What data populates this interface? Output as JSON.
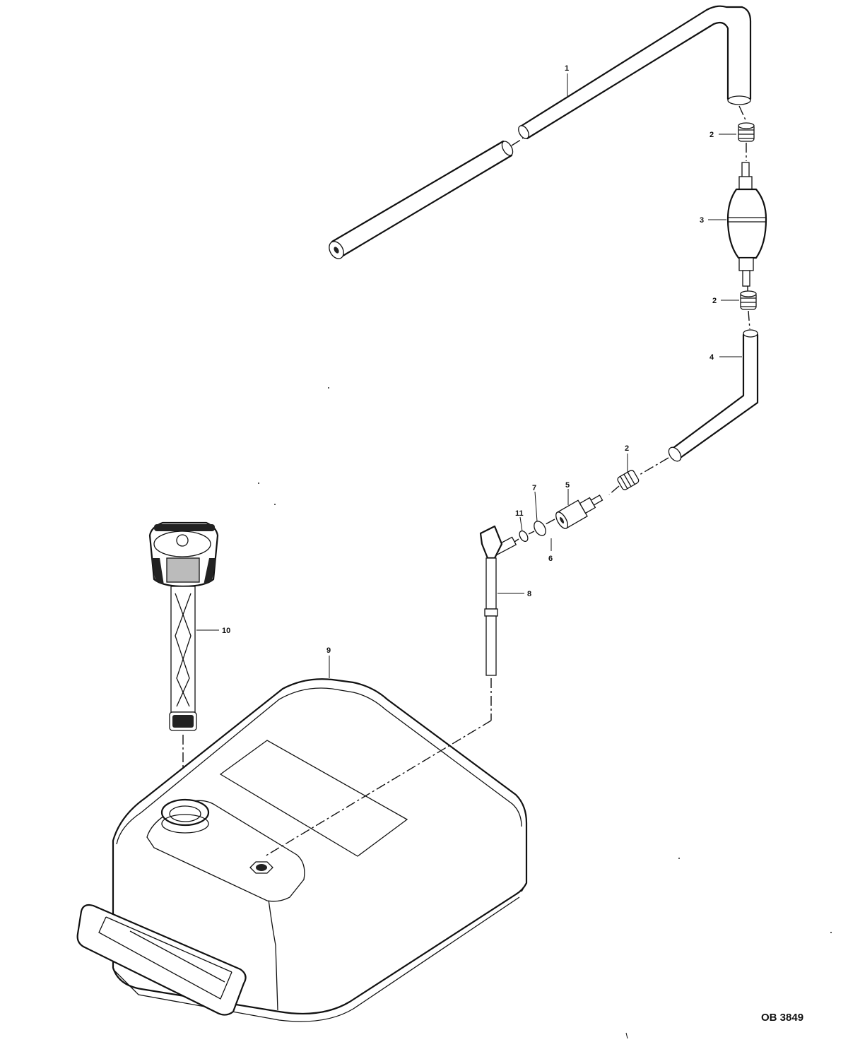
{
  "diagram_code": "OB 3849",
  "callouts": {
    "p1": "1",
    "p2a": "2",
    "p3": "3",
    "p2b": "2",
    "p4": "4",
    "p2c": "2",
    "p5": "5",
    "p7": "7",
    "p11": "11",
    "p6": "6",
    "p8": "8",
    "p10": "10",
    "p9": "9"
  }
}
